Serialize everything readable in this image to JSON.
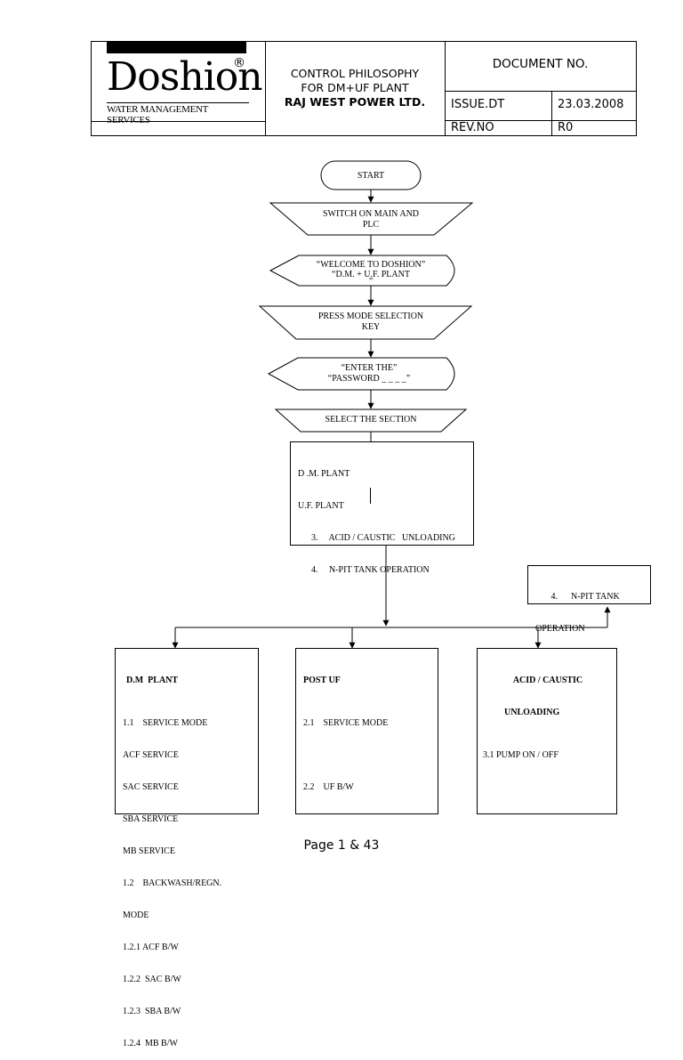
{
  "header": {
    "logo_text": "Doshion",
    "logo_reg": "®",
    "logo_subtitle": "WATER MANAGEMENT SERVICES",
    "title_lines": [
      "CONTROL PHILOSOPHY",
      "FOR DM+UF  PLANT",
      "RAJ WEST POWER LTD."
    ],
    "document_no_label": "DOCUMENT NO.",
    "issue_label": "ISSUE.DT",
    "issue_value": "23.03.2008",
    "rev_label": "REV.NO",
    "rev_value": "R0"
  },
  "flow": {
    "start": "START",
    "switch_on": [
      "SWITCH  ON  MAIN AND",
      "PLC"
    ],
    "welcome": [
      "“WELCOME TO DOSHION”",
      "“D.M. + U.F. PLANT",
      "”"
    ],
    "press_mode": [
      "PRESS MODE SELECTION",
      "KEY"
    ],
    "enter_password": [
      "“ENTER THE”",
      "“PASSWORD _ _ _ _”"
    ],
    "select_section": "SELECT THE SECTION",
    "section_menu": [
      "D .M. PLANT",
      "U.F. PLANT",
      "      3.     ACID / CAUSTIC   UNLOADING",
      "      4.     N-PIT TANK OPERATION"
    ],
    "npit_box": [
      "       4.      N-PIT TANK",
      "OPERATION"
    ],
    "dm_plant": {
      "title": "D.M  PLANT",
      "lines": [
        "1.1    SERVICE MODE",
        "ACF SERVICE",
        "SAC SERVICE",
        "SBA SERVICE",
        "MB SERVICE",
        "1.2    BACKWASH/REGN.",
        "MODE",
        "1.2.1 ACF B/W",
        "1.2.2  SAC B/W",
        "1.2.3  SBA B/W",
        "1.2.4  MB B/W"
      ]
    },
    "post_uf": {
      "title": "POST UF",
      "lines": [
        "2.1    SERVICE MODE",
        "",
        "2.2    UF B/W"
      ]
    },
    "acid": {
      "title_lines": [
        "ACID / CAUSTIC",
        "UNLOADING"
      ],
      "lines": [
        "3.1 PUMP ON / OFF"
      ]
    }
  },
  "footer": "Page 1 & 43"
}
